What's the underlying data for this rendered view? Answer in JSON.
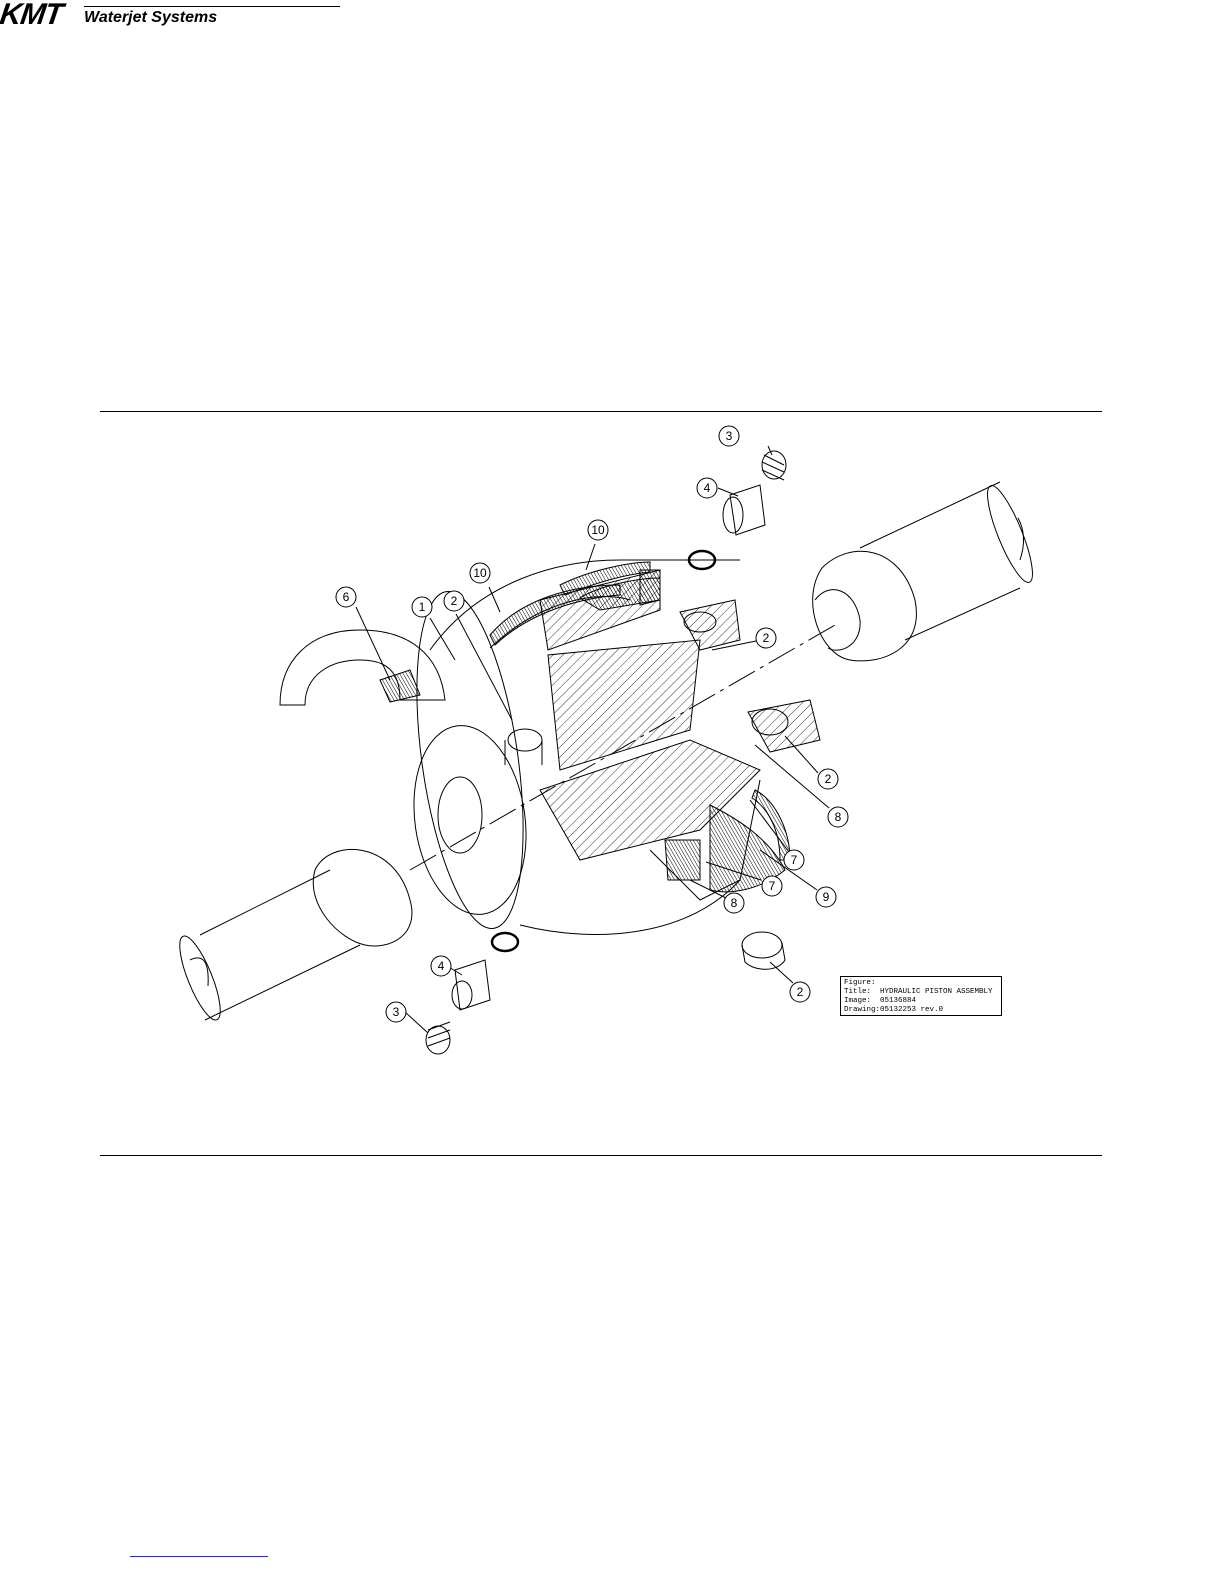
{
  "header": {
    "logo_mark": "KMT",
    "logo_text": "Waterjet Systems"
  },
  "callouts": [
    "1",
    "2",
    "2",
    "2",
    "2",
    "3",
    "3",
    "4",
    "4",
    "6",
    "7",
    "7",
    "8",
    "8",
    "9",
    "10",
    "10"
  ],
  "title_block": {
    "figure_label": "Figure:",
    "title_label": "Title:",
    "title_value": "HYDRAULIC PISTON ASSEMBLY",
    "image_label": "Image:",
    "image_value": "05136884",
    "drawing_label": "Drawing:",
    "drawing_value": "05132253 rev.0"
  },
  "colors": {
    "line": "#000000",
    "footer_link": "#2b2bd0"
  }
}
